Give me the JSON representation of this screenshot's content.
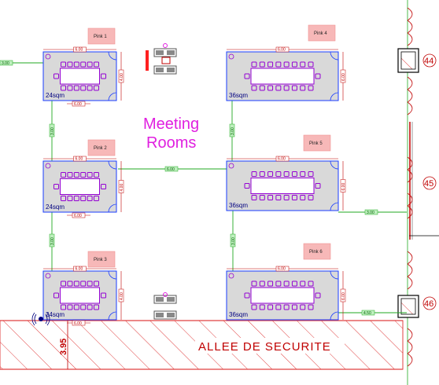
{
  "title_line1": "Meeting",
  "title_line2": "Rooms",
  "corridor_label": "ALLEE DE SECURITE",
  "corridor_width": "3.95",
  "rooms": {
    "pink1": {
      "name": "Pink 1",
      "area": "24sqm",
      "w": "6.00",
      "h": "4.00"
    },
    "pink2": {
      "name": "Pink 2",
      "area": "24sqm",
      "w": "6.00",
      "h": "4.00"
    },
    "pink3": {
      "name": "Pink 3",
      "area": "24sqm",
      "w": "6.00",
      "h": "4.00"
    },
    "pink4": {
      "name": "Pink 4",
      "area": "36sqm",
      "w": "6.00",
      "h": "6.00"
    },
    "pink5": {
      "name": "Pink 5",
      "area": "36sqm",
      "w": "6.00",
      "h": "6.00"
    },
    "pink6": {
      "name": "Pink 6",
      "area": "36sqm",
      "w": "6.00",
      "h": "6.00"
    }
  },
  "connectors": {
    "left_top": "3.00",
    "p1_p2": "3.00",
    "p2_p3": "3.00",
    "p2_p5": "6.00",
    "p4_p5": "3.00",
    "p5_p6": "3.00",
    "p5_right": "3.00",
    "p6_right": "4.50"
  },
  "doors": {
    "top": "44",
    "middle": "45",
    "bottom": "46"
  },
  "colors": {
    "room_fill": "#d9d9d9",
    "room_border": "#1a3cff",
    "furniture": "#9400d3",
    "dimension": "#c00000",
    "connector": "#22aa22",
    "hatch": "#e04040",
    "title": "#e020e0",
    "tag_fill": "#f7b8b8"
  }
}
